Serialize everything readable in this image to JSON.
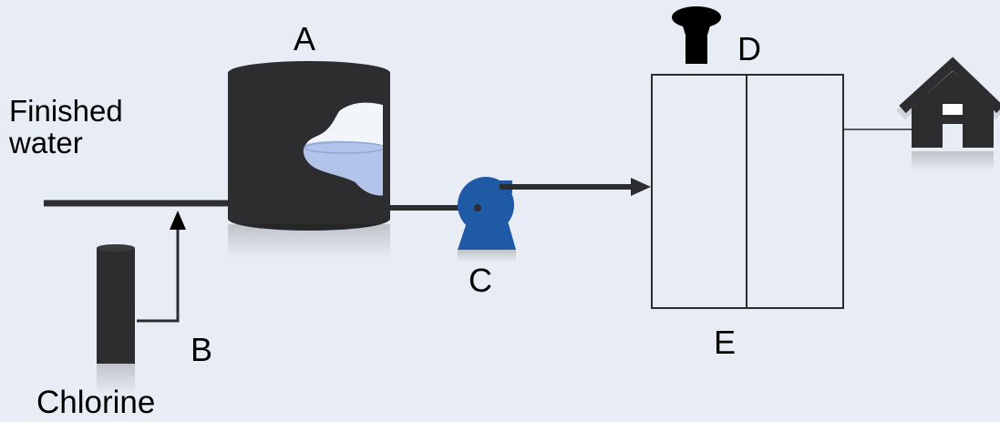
{
  "labels": {
    "a": "A",
    "b": "B",
    "c": "C",
    "d": "D",
    "e": "E",
    "finished_water_line1": "Finished",
    "finished_water_line2": "water",
    "chlorine": "Chlorine"
  },
  "colors": {
    "background": "#e8edf5",
    "equipment": "#2d2d2f",
    "pump": "#1f5aa6",
    "water": "#b3c4ea",
    "tank_window": "#f2f5fa",
    "box_border": "#2d2d2f"
  },
  "icons": {
    "storage_tank": "tank-icon",
    "chlorine_cylinder": "cylinder-icon",
    "pump": "pump-icon",
    "sample_tap": "faucet-icon",
    "house": "house-icon"
  }
}
